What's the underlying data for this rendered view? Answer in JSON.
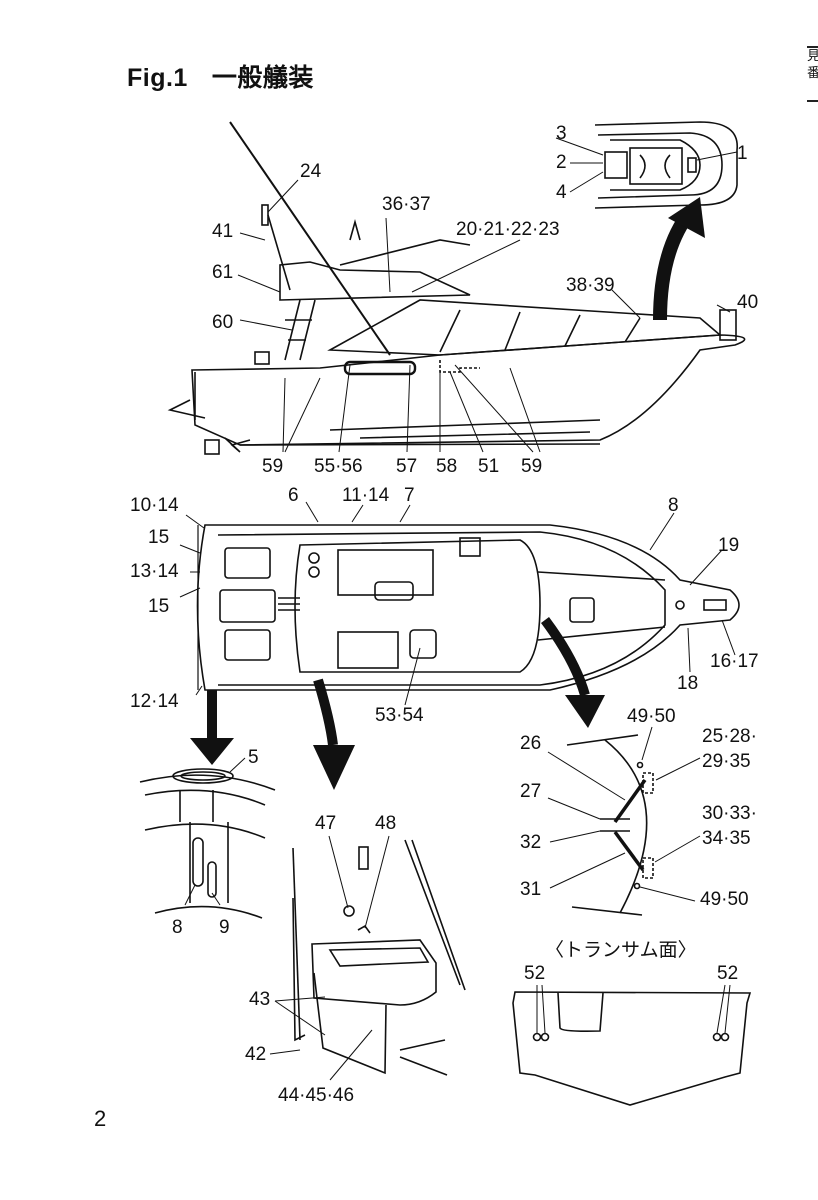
{
  "figure": {
    "number": "Fig.1",
    "title": "一般艤装",
    "page_number": "2",
    "edge_tab": "見\n番"
  },
  "views": {
    "side_view": {
      "labels": [
        "24",
        "41",
        "36·37",
        "20·21·22·23",
        "61",
        "38·39",
        "60",
        "40",
        "59",
        "55·56",
        "57",
        "58",
        "51",
        "59"
      ]
    },
    "bow_detail": {
      "labels": [
        "3",
        "2",
        "4",
        "1"
      ]
    },
    "top_view": {
      "labels": [
        "10·14",
        "6",
        "11·14",
        "7",
        "8",
        "15",
        "13·14",
        "15",
        "19",
        "12·14",
        "16·17",
        "18",
        "53·54"
      ]
    },
    "hatch_detail": {
      "labels": [
        "5",
        "8",
        "9"
      ]
    },
    "sink_detail": {
      "labels": [
        "47",
        "48",
        "43",
        "42",
        "44·45·46"
      ]
    },
    "door_detail": {
      "labels": [
        "49·50",
        "26",
        "25·28·",
        "29·35",
        "27",
        "32",
        "30·33·",
        "34·35",
        "31",
        "49·50"
      ]
    },
    "transom_detail": {
      "title": "〈トランサム面〉",
      "labels": [
        "52",
        "52"
      ]
    }
  }
}
